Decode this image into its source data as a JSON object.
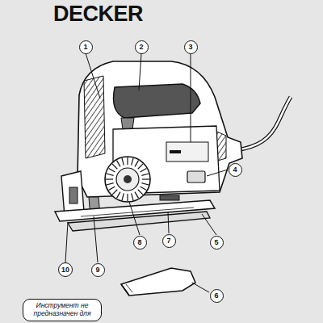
{
  "diagram": {
    "nodes": [
      {
        "text": [
          "1"
        ]
      },
      {
        "text": [
          "2"
        ]
      },
      {
        "text": [
          "3"
        ]
      },
      {
        "text": [
          "4"
        ]
      },
      {
        "text": [
          "8"
        ]
      },
      {
        "text": [
          "7"
        ]
      },
      {
        "text": [
          "5"
        ]
      },
      {
        "text": [
          "10"
        ]
      },
      {
        "text": [
          "9"
        ]
      },
      {
        "text": [
          "6"
        ]
      },
      {
        "text": [
          "Инструмент не предназначен для"
        ]
      }
    ],
    "labels": [
      "DECKER"
    ]
  }
}
